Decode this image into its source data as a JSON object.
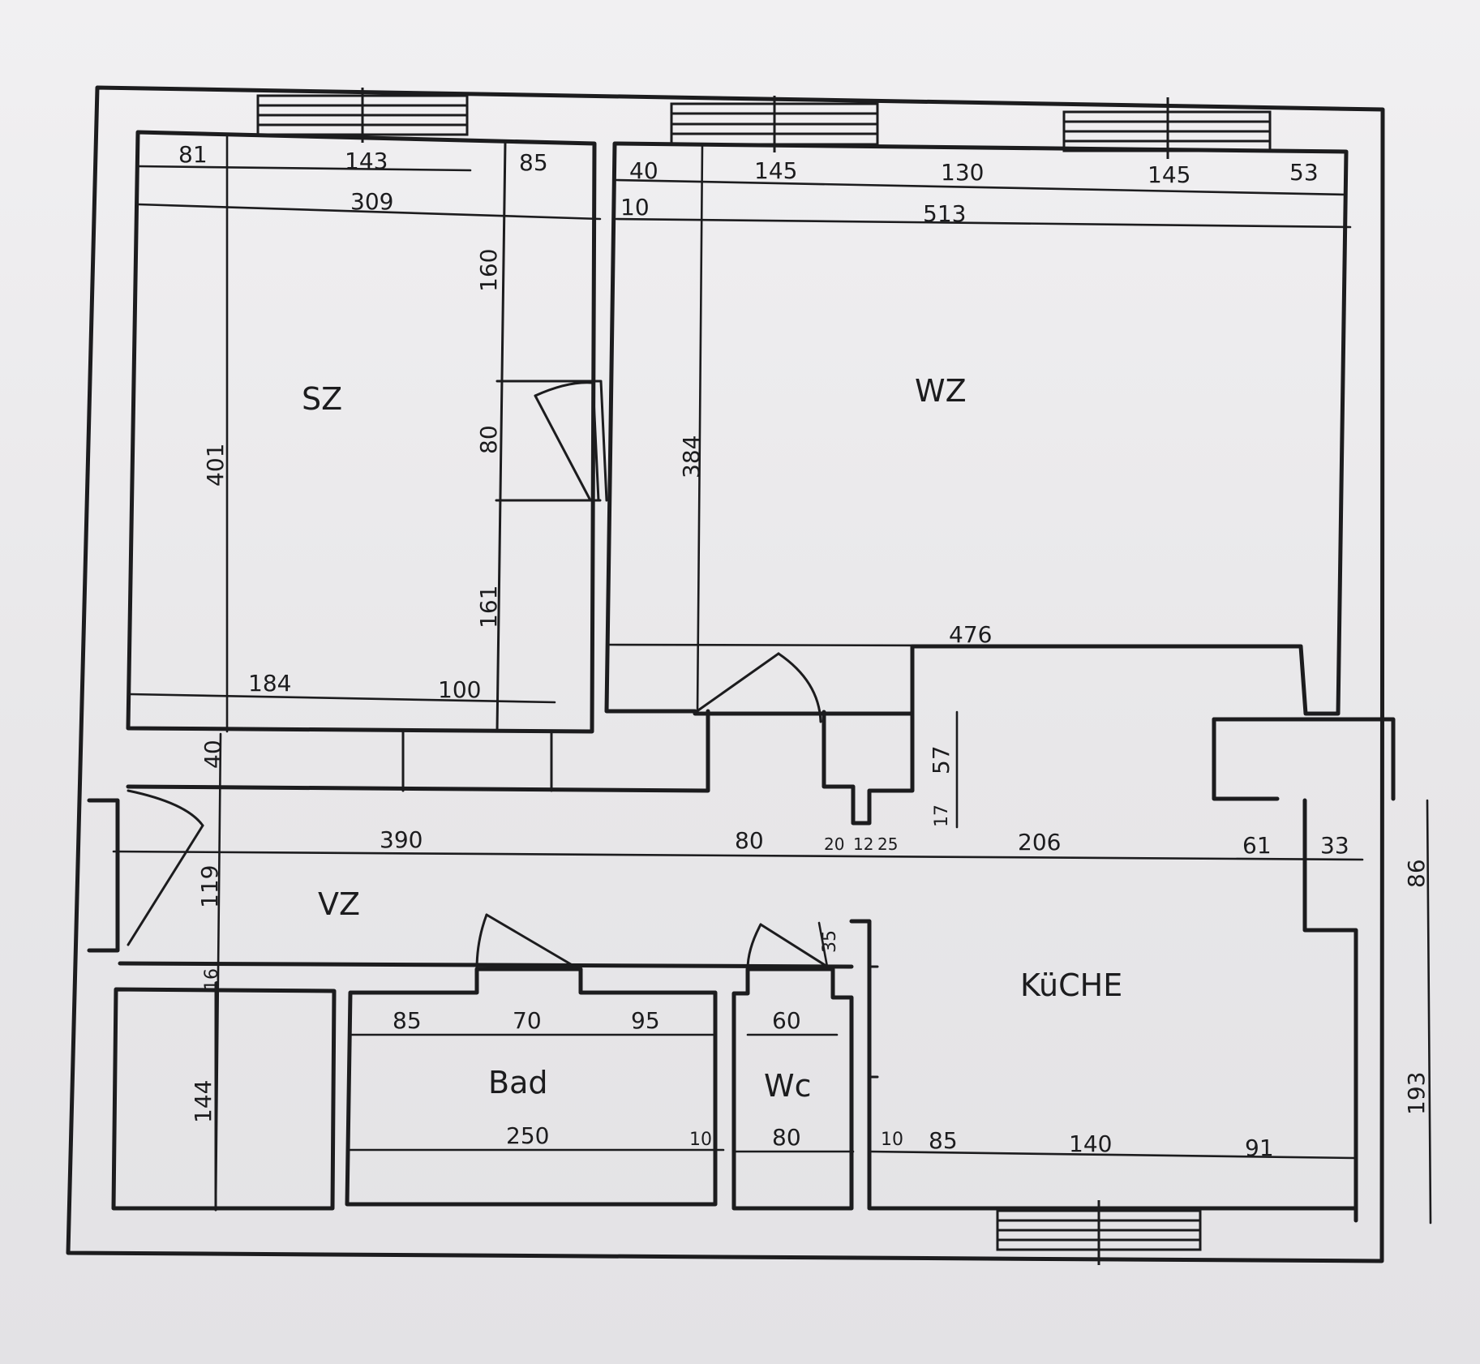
{
  "rooms": {
    "sz": "SZ",
    "wz": "WZ",
    "vz": "VZ",
    "kueche": "KüCHE",
    "bad": "Bad",
    "wc": "Wc"
  },
  "dimensions": {
    "sz_top_1": "81",
    "sz_top_2": "143",
    "sz_top_3": "85",
    "sz_total": "309",
    "wz_top_1": "40",
    "wz_top_2": "145",
    "wz_top_3": "130",
    "wz_top_4": "145",
    "wz_top_5": "53",
    "wz_wall": "10",
    "wz_total": "513",
    "closet_1": "160",
    "closet_2": "80",
    "closet_3": "161",
    "sz_height": "401",
    "wz_height": "384",
    "wz_bottom": "476",
    "sz_bottom_1": "184",
    "sz_bottom_2": "100",
    "hall_wall": "40",
    "hall_1": "390",
    "hall_2": "80",
    "hall_3": "20",
    "hall_4": "12",
    "hall_5": "25",
    "hall_6": "206",
    "hall_7": "61",
    "hall_8": "33",
    "hall_height": "119",
    "niche_1": "57",
    "niche_2": "17",
    "right_top": "86",
    "right_bottom": "193",
    "bad_top_1": "85",
    "bad_top_2": "70",
    "bad_top_3": "95",
    "wc_top": "60",
    "wc_door": "35",
    "bad_wall": "16",
    "store_height": "144",
    "bad_width": "250",
    "bad_wc_wall": "10",
    "wc_width": "80",
    "kitchen_wall": "10",
    "kitchen_1": "85",
    "kitchen_2": "140",
    "kitchen_3": "91"
  }
}
